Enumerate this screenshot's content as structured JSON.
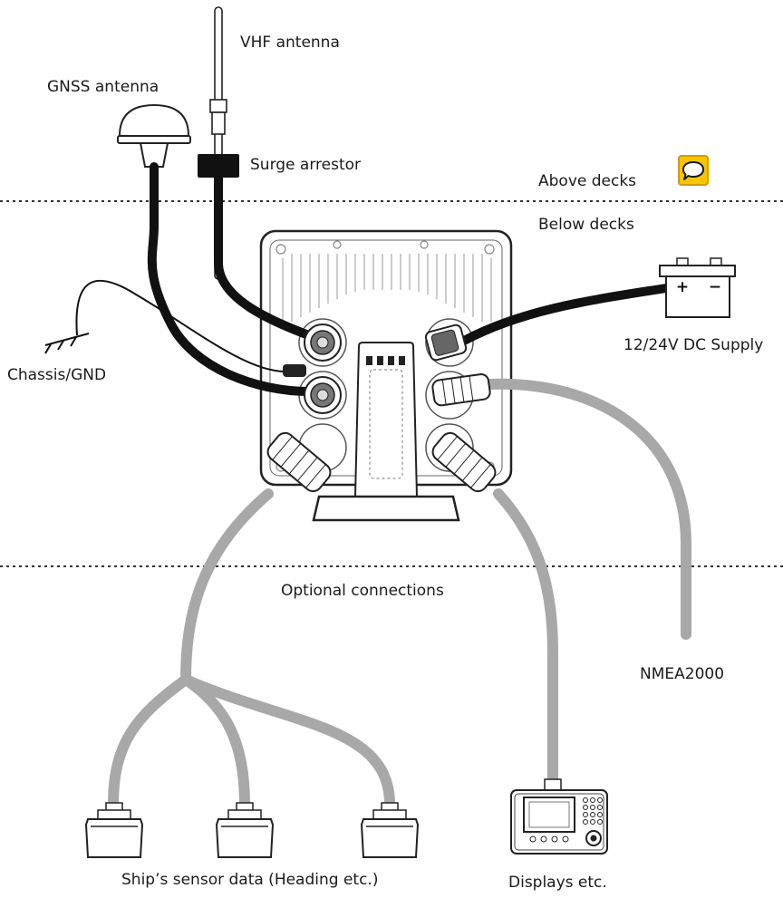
{
  "labels": {
    "vhf_antenna": "VHF antenna",
    "gnss_antenna": "GNSS antenna",
    "surge_arrestor": "Surge arrestor",
    "above_decks": "Above decks",
    "below_decks": "Below decks",
    "dc_supply": "12/24V DC Supply",
    "chassis_gnd": "Chassis/GND",
    "optional_connections": "Optional connections",
    "nmea2000": "NMEA2000",
    "sensor_data": "Ship’s sensor data (Heading etc.)",
    "displays": "Displays etc."
  },
  "battery": {
    "plus": "+",
    "minus": "−"
  },
  "icons": {
    "comment": "comment-icon"
  },
  "colors": {
    "cable_black": "#111111",
    "cable_grey": "#a8a8a8",
    "accent_yellow": "#f7c600"
  }
}
